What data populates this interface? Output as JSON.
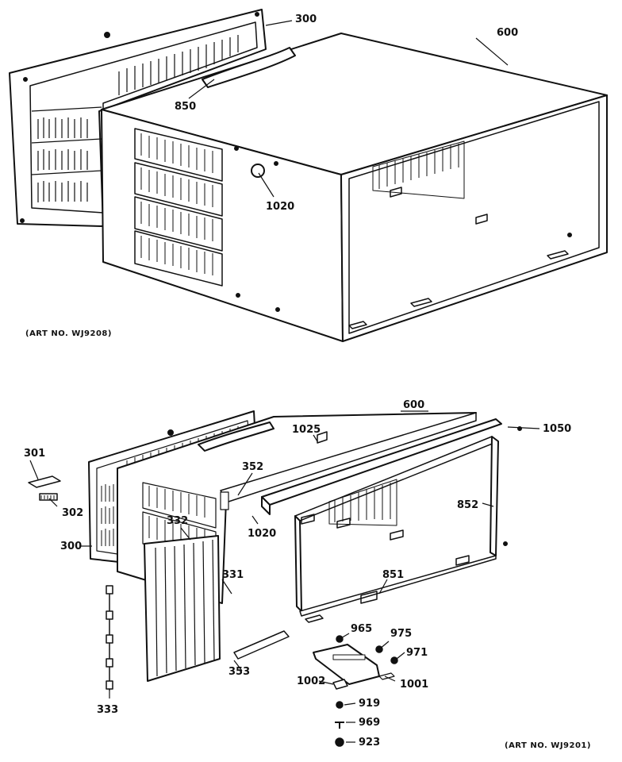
{
  "diagrams": [
    {
      "art_no": "(ART NO. WJ9208)",
      "callouts": [
        "300",
        "600",
        "850",
        "1020"
      ]
    },
    {
      "art_no": "(ART NO. WJ9201)",
      "callouts": [
        "301",
        "302",
        "300",
        "332",
        "331",
        "333",
        "352",
        "1020",
        "353",
        "1025",
        "600",
        "1050",
        "852",
        "851",
        "965",
        "975",
        "971",
        "1002",
        "1001",
        "919",
        "969",
        "923"
      ]
    }
  ]
}
